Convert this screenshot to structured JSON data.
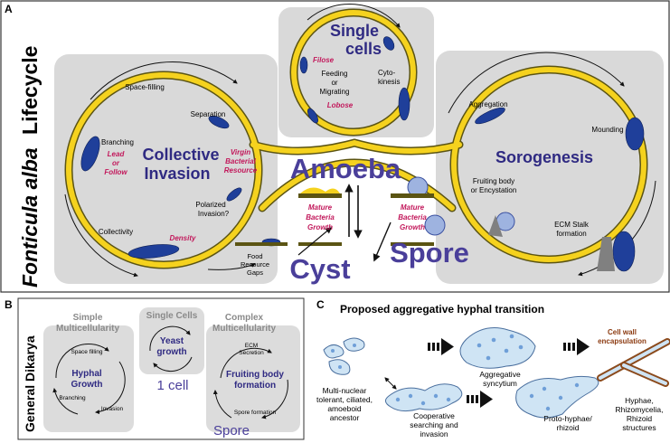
{
  "panel_a": {
    "letter": "A",
    "title_italic": "Fonticula alba",
    "title_plain": "Lifecycle",
    "sections": {
      "single_cells": [
        "Single",
        "cells"
      ],
      "collective_invasion": [
        "Collective",
        "Invasion"
      ],
      "sorogenesis": "Sorogenesis",
      "amoeba": "Amoeba",
      "cyst": "Cyst",
      "spore": "Spore"
    },
    "labels": {
      "filose": "Filose",
      "feeding": [
        "Feeding",
        "or",
        "Migrating"
      ],
      "lobose": "Lobose",
      "cytokinesis": [
        "Cyto-",
        "kinesis"
      ],
      "space_filling": "Space-filling",
      "separation": "Separation",
      "branching": "Branching",
      "lead_follow": [
        "Lead",
        "or",
        "Follow"
      ],
      "virgin": [
        "Virgin",
        "Bacterial",
        "Resource"
      ],
      "polarized": [
        "Polarized",
        "Invasion?"
      ],
      "collectivity": "Collectivity",
      "density": "Density",
      "food_gaps": [
        "Food",
        "Resource",
        "Gaps"
      ],
      "mature_left": [
        "Mature",
        "Bacteria",
        "Growth"
      ],
      "mature_right": [
        "Mature",
        "Bacteria",
        "Growth"
      ],
      "aggregation": "Aggregation",
      "mounding": "Mounding",
      "fruiting": [
        "Fruiting body",
        "or Encystation"
      ],
      "ecm_stalk": [
        "ECM Stalk",
        "formation"
      ]
    }
  },
  "panel_b": {
    "letter": "B",
    "side_label": "General Dikarya",
    "simple": [
      "Simple",
      "Multicellularity"
    ],
    "single": "Single Cells",
    "complex": [
      "Complex",
      "Multicellularity"
    ],
    "space_filling": "Space filling",
    "hyphal": [
      "Hyphal",
      "Growth"
    ],
    "branching": "Branching",
    "invasion": "Invasion",
    "yeast": [
      "Yeast",
      "growth"
    ],
    "one_cell": "1 cell",
    "ecm": [
      "ECM",
      "Secretion"
    ],
    "fruiting": [
      "Fruiting body",
      "formation"
    ],
    "spore_formation": "Spore formation",
    "spore": "Spore"
  },
  "panel_c": {
    "letter": "C",
    "title": "Proposed aggregative hyphal transition",
    "ancestor": [
      "Multi-nuclear",
      "tolerant, ciliated,",
      "amoeboid",
      "ancestor"
    ],
    "syncytium": [
      "Aggregative",
      "syncytium"
    ],
    "cell_wall": [
      "Cell wall",
      "encapsulation"
    ],
    "hyphae": [
      "Hyphae,",
      "Rhizomycelia,",
      "Rhizoid",
      "structures"
    ],
    "cooperative": [
      "Cooperative",
      "searching and",
      "invasion"
    ],
    "proto": [
      "Proto-hyphae/",
      "rhizoid"
    ]
  },
  "colors": {
    "blob_fill": "#cfe4f4",
    "blob_stroke": "#4a6f9e",
    "nucleus": "#6f9fd8",
    "panel_gray": "#d9d9d9",
    "membrane_yellow": "#f5d21e",
    "membrane_olive": "#5b5413",
    "title_purple": "#2f2a82",
    "label_pink": "#c2185b",
    "cell_blue": "#1f3f9a",
    "wall_brown": "#8b4a1c"
  }
}
